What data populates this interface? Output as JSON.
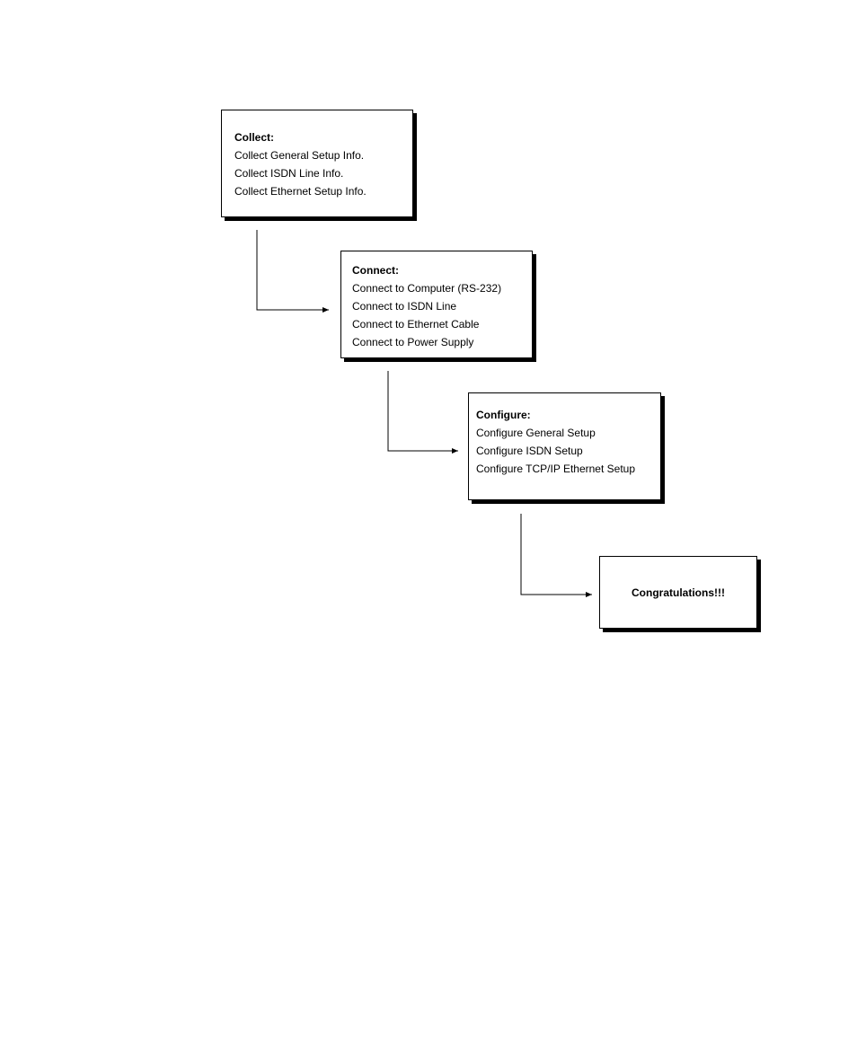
{
  "steps": {
    "collect": {
      "heading": "Collect:",
      "items": [
        "Collect General Setup Info.",
        "Collect ISDN Line Info.",
        "Collect Ethernet Setup Info."
      ]
    },
    "connect": {
      "heading": "Connect:",
      "items": [
        "Connect to Computer (RS-232)",
        "Connect to ISDN Line",
        "Connect to Ethernet Cable",
        "Connect to Power Supply"
      ]
    },
    "configure": {
      "heading": "Configure:",
      "items": [
        "Configure General Setup",
        "Configure ISDN Setup",
        "Configure TCP/IP Ethernet Setup"
      ]
    },
    "finish": {
      "label": "Congratulations!!!"
    }
  }
}
